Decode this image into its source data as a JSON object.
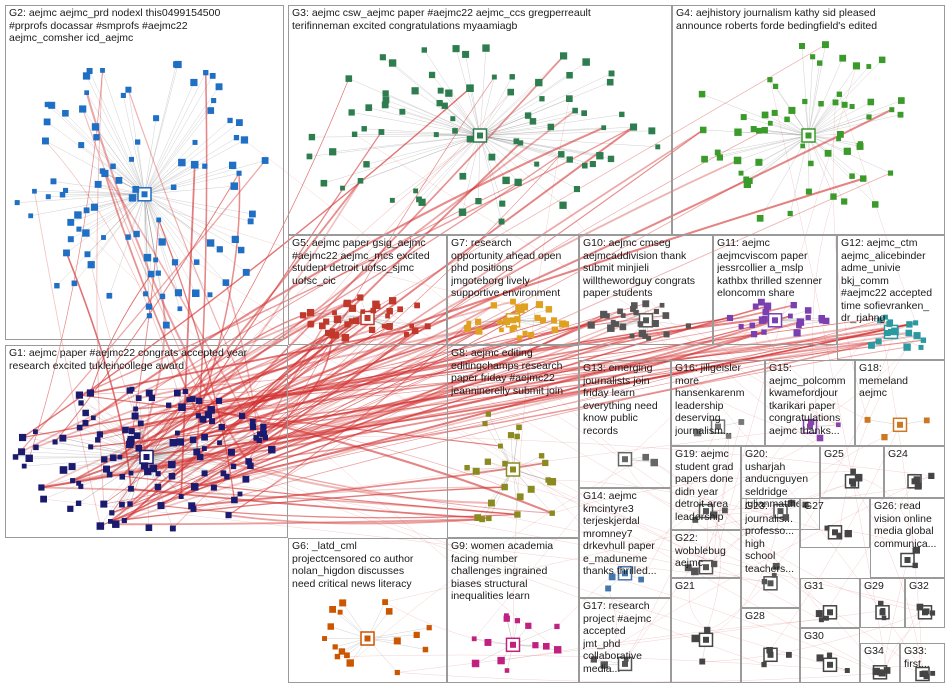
{
  "groups": [
    {
      "id": "G2",
      "label": "G2: aejmc aejmc_prd nodexl this0499154500\n#prprofs docassar #smprofs #aejmc22\naejmc_comsher icd_aejmc",
      "color": "#1f6fc4"
    },
    {
      "id": "G3",
      "label": "G3: aejmc csw_aejmc paper #aejmc22 aejmc_ccs gregperreault\nterifinneman excited congratulations myaamiagb",
      "color": "#2e7d4f"
    },
    {
      "id": "G4",
      "label": "G4: aejhistory journalism kathy sid pleased\nannounce roberts forde bedingfield's edited",
      "color": "#3a9a2a"
    },
    {
      "id": "G5",
      "label": "G5: aejmc paper gsig_aejmc\n#aejmc22 aejmc_mcs excited\nstudent detroit uofsc_sjmc\nuofsc_cic",
      "color": "#c0392b"
    },
    {
      "id": "G7",
      "label": "G7: research\nopportunity ahead open\nphd positions\njmgoteborg lively\nsupportive environment",
      "color": "#e0a020"
    },
    {
      "id": "G10",
      "label": "G10: aejmc cmseg\naejmcaddivision thank\nsubmit minjieli\nwillthewordguy congrats\npaper students",
      "color": "#555555"
    },
    {
      "id": "G11",
      "label": "G11: aejmc\naejmcviscom paper\njessrcollier a_mslp\nkathbx thrilled szenner\neloncomm share",
      "color": "#7a3fb0"
    },
    {
      "id": "G12",
      "label": "G12: aejmc_ctm\naejmc_alicebinder\nadme_univie\nbkj_comm\n#aejmc22 accepted\ntime sofievranken_\ndr_rjahng",
      "color": "#2a9aa0"
    },
    {
      "id": "G1",
      "label": "G1: aejmc paper #aejmc22 congrats accepted year\nresearch excited tukleincollege award",
      "color": "#1a1a6e"
    },
    {
      "id": "G8",
      "label": "G8: aejmc editing\neditingchamps research\npaper friday #aejmc22\njeanninerelly submit join",
      "color": "#8a8a20"
    },
    {
      "id": "G13",
      "label": "G13: emerging\njournalists join\nfriday learn\neverything need\nknow public\nrecords",
      "color": "#666666"
    },
    {
      "id": "G16",
      "label": "G16: jillgeisler\nmore\nhansenkarenm\nleadership\ndeserving\njournalism...",
      "color": "#777777"
    },
    {
      "id": "G15",
      "label": "G15:\naejmc_polcomm\nkwamefordjour\ntkarikari paper\ncongratulations\naejmc thanks...",
      "color": "#8844aa"
    },
    {
      "id": "G18",
      "label": "G18:\nmemeland\naejmc",
      "color": "#cc7722"
    },
    {
      "id": "G19",
      "label": "G19: aejmc\nstudent grad\npapers done\ndidn year\ndetroit area\nleadership",
      "color": "#555555"
    },
    {
      "id": "G20",
      "label": "G20:\nusharjah\nanducnguyen\nseldridge\njulianmatthe...",
      "color": "#555555"
    },
    {
      "id": "G25",
      "label": "G25",
      "color": "#444444"
    },
    {
      "id": "G24",
      "label": "G24",
      "color": "#444444"
    },
    {
      "id": "G14",
      "label": "G14: aejmc\nkmcintyre3\nterjeskjerdal\nmromney7\ndrkevhull paper\ne_maduneme\nthanks thrilled...",
      "color": "#4477aa"
    },
    {
      "id": "G22",
      "label": "G22:\nwobblebug\naejmc",
      "color": "#555555"
    },
    {
      "id": "G23",
      "label": "G23:\njournalis...\nprofesso...\nhigh\nschool\nteachers...",
      "color": "#555555"
    },
    {
      "id": "G27",
      "label": "G27",
      "color": "#444444"
    },
    {
      "id": "G26",
      "label": "G26: read\nvision online\nmedia global\ncommunica...",
      "color": "#444444"
    },
    {
      "id": "G6",
      "label": "G6: _latd_cml\nprojectcensored co author\nnolan_higdon discusses\nneed critical news literacy",
      "color": "#cc5500"
    },
    {
      "id": "G9",
      "label": "G9: women academia\nfacing number\nchallenges ingrained\nbiases structural\ninequalities learn",
      "color": "#c02080"
    },
    {
      "id": "G17",
      "label": "G17: research\nproject #aejmc\naccepted\njmt_phd\ncollaborative\nmedia...",
      "color": "#555555"
    },
    {
      "id": "G21",
      "label": "G21",
      "color": "#444444"
    },
    {
      "id": "G28",
      "label": "G28",
      "color": "#444444"
    },
    {
      "id": "G31",
      "label": "G31",
      "color": "#444444"
    },
    {
      "id": "G29",
      "label": "G29",
      "color": "#444444"
    },
    {
      "id": "G32",
      "label": "G32",
      "color": "#444444"
    },
    {
      "id": "G30",
      "label": "G30",
      "color": "#444444"
    },
    {
      "id": "G34",
      "label": "G34",
      "color": "#444444"
    },
    {
      "id": "G33",
      "label": "G33:\nfirst...",
      "color": "#444444"
    }
  ],
  "palette": {
    "edge_within": "#7a7a7a",
    "edge_between": "#d32f2f",
    "pane_border": "#9a9a9a",
    "background": "#ffffff"
  }
}
